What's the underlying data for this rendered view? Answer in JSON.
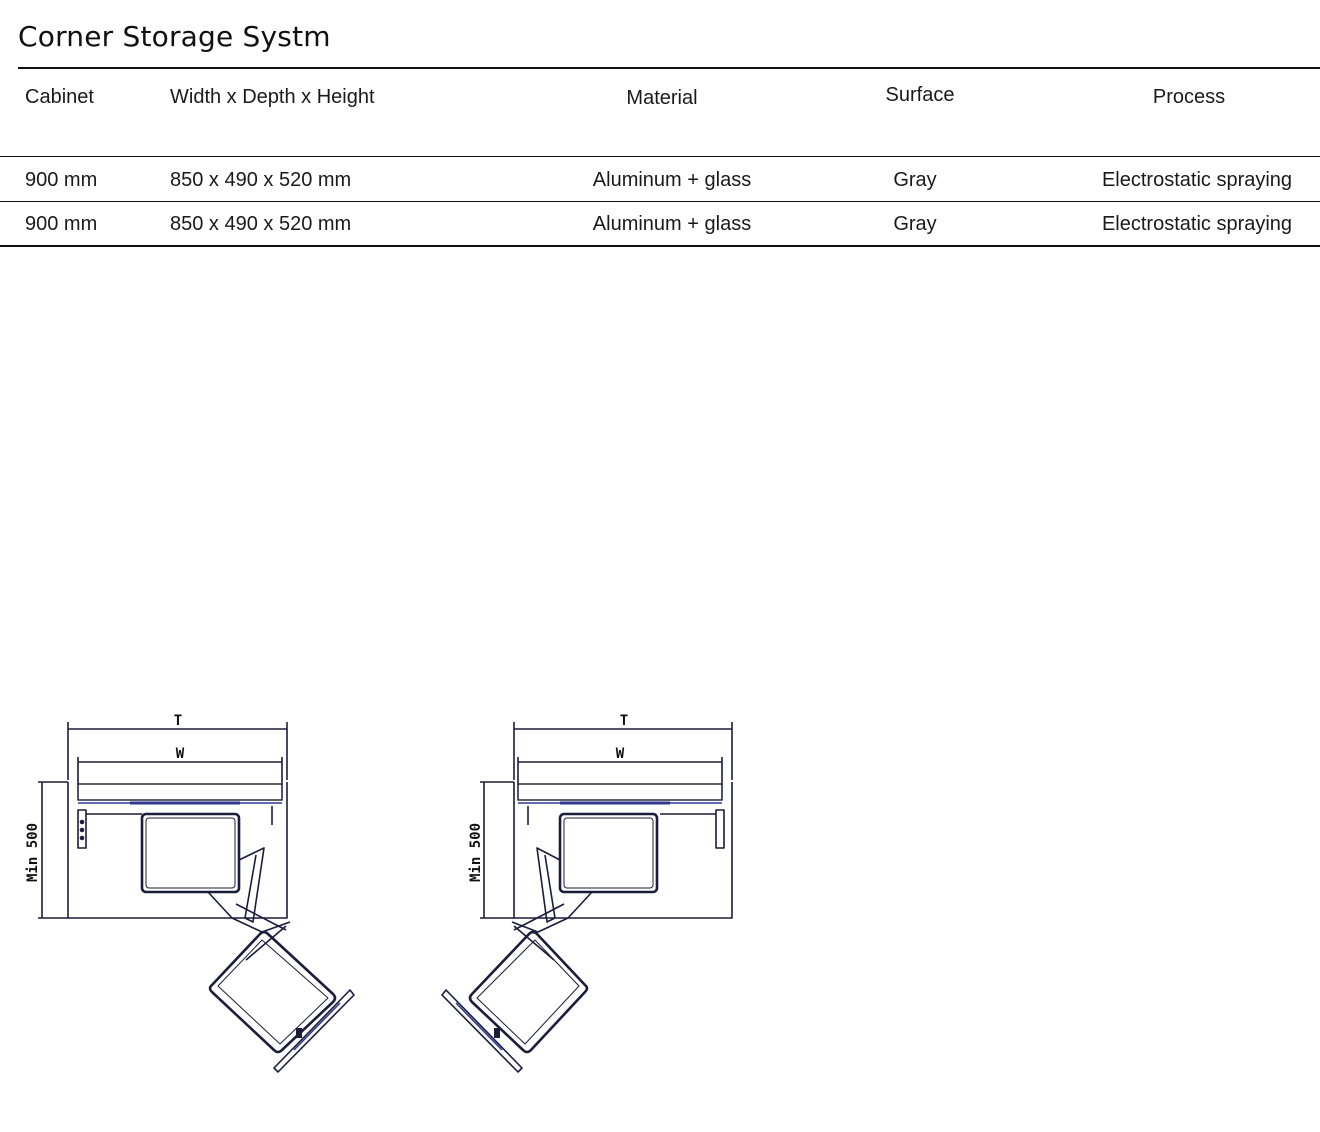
{
  "title": "Corner Storage Systm",
  "table": {
    "headers": [
      "Cabinet",
      "Width x Depth x Height",
      "Material",
      "Surface",
      "Process"
    ],
    "rows": [
      [
        "900 mm",
        "850 x 490 x 520 mm",
        "Aluminum + glass",
        "Gray",
        "Electrostatic spraying"
      ],
      [
        "900 mm",
        "850 x 490 x 520 mm",
        "Aluminum + glass",
        "Gray",
        "Electrostatic spraying"
      ]
    ]
  },
  "drawings": [
    {
      "label_t": "T",
      "label_w": "W",
      "label_min": "Min 500"
    },
    {
      "label_t": "T",
      "label_w": "W",
      "label_min": "Min 500"
    }
  ],
  "colors": {
    "line": "#1c1c3c",
    "accent": "#2f3a8f",
    "text": "#1a1a1a"
  }
}
